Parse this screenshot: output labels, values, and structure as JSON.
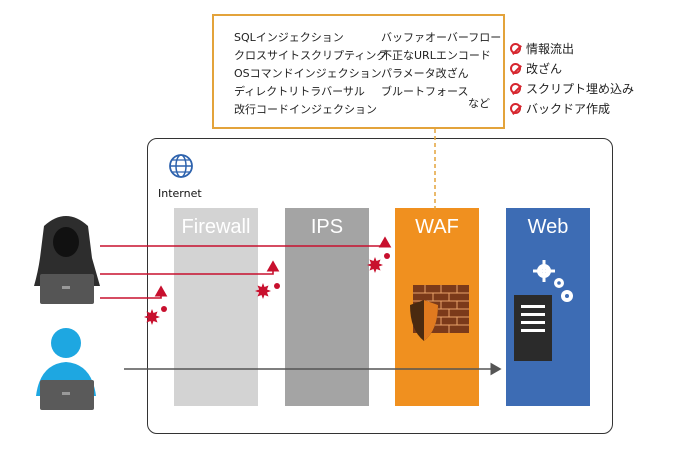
{
  "attacks": {
    "col1": [
      "SQLインジェクション",
      "クロスサイトスクリプティング",
      "OSコマンドインジェクション",
      "ディレクトリトラバーサル",
      "改行コードインジェクション"
    ],
    "col2": [
      "バッファオーバーフロー",
      "不正なURLエンコード",
      "パラメータ改ざん",
      "ブルートフォース"
    ],
    "etc": "など"
  },
  "threats": [
    "情報流出",
    "改ざん",
    "スクリプト埋め込み",
    "バックドア作成"
  ],
  "internet_label": "Internet",
  "layers": {
    "firewall": "Firewall",
    "ips": "IPS",
    "waf": "WAF",
    "web": "Web"
  },
  "colors": {
    "attack_box_border": "#e3a33b",
    "attack_arrow": "#c8102e",
    "firewall": "#d3d3d3",
    "ips": "#a4a4a4",
    "waf": "#f0901f",
    "web": "#3d6cb4",
    "normal_user": "#1ea7e1",
    "attacker": "#333333"
  },
  "icons": [
    "globe-icon",
    "hacker-icon",
    "user-icon",
    "laptop-icon",
    "brick-wall-icon",
    "shield-icon",
    "gear-icon",
    "server-icon",
    "prohibited-icon",
    "burst-icon"
  ]
}
